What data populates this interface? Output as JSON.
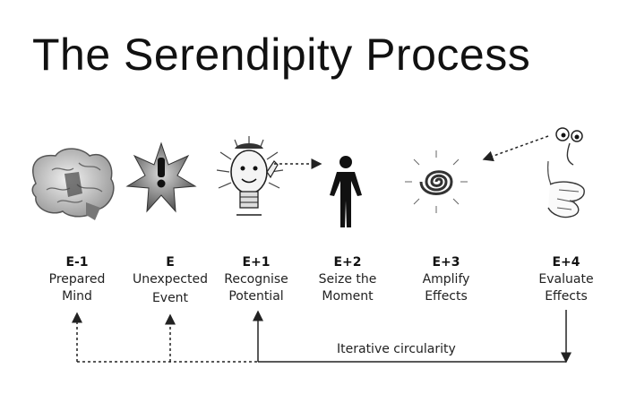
{
  "title": "The Serendipity Process",
  "stages": [
    {
      "code": "E-1",
      "line1": "Prepared",
      "line2": "Mind",
      "icon": "brain-icon"
    },
    {
      "code": "E",
      "line1": "Unexpected",
      "line2": "Event",
      "icon": "exclamation-star-icon"
    },
    {
      "code": "E+1",
      "line1": "Recognise",
      "line2": "Potential",
      "icon": "lightbulb-character-icon"
    },
    {
      "code": "E+2",
      "line1": "Seize the",
      "line2": "Moment",
      "icon": "person-silhouette-icon"
    },
    {
      "code": "E+3",
      "line1": "Amplify",
      "line2": "Effects",
      "icon": "spiral-icon"
    },
    {
      "code": "E+4",
      "line1": "Evaluate",
      "line2": "Effects",
      "icon": "thinking-face-icon"
    }
  ],
  "loop_label": "Iterative circularity"
}
